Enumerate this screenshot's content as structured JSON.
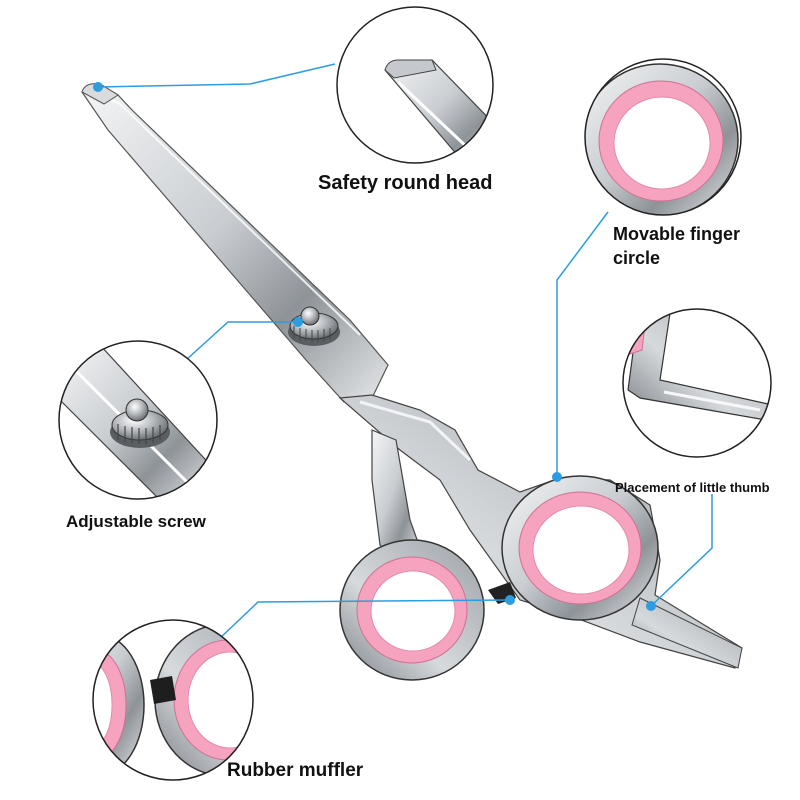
{
  "callouts": [
    {
      "id": "safety-round-head",
      "text": "Safety round head"
    },
    {
      "id": "movable-finger-circle",
      "text": "Movable finger circle"
    },
    {
      "id": "placement-of-little-thumb",
      "text": "Placement of little thumb"
    },
    {
      "id": "adjustable-screw",
      "text": "Adjustable screw"
    },
    {
      "id": "rubber-muffler",
      "text": "Rubber muffler"
    }
  ],
  "colors": {
    "leader_line": "#2b9de0",
    "steel_light": "#eef0f2",
    "steel_mid": "#b8bcc1",
    "steel_dark": "#6d7277",
    "ring_pink": "#f5a3bf",
    "ring_pink_dark": "#e57fa3",
    "outline": "#222222"
  }
}
